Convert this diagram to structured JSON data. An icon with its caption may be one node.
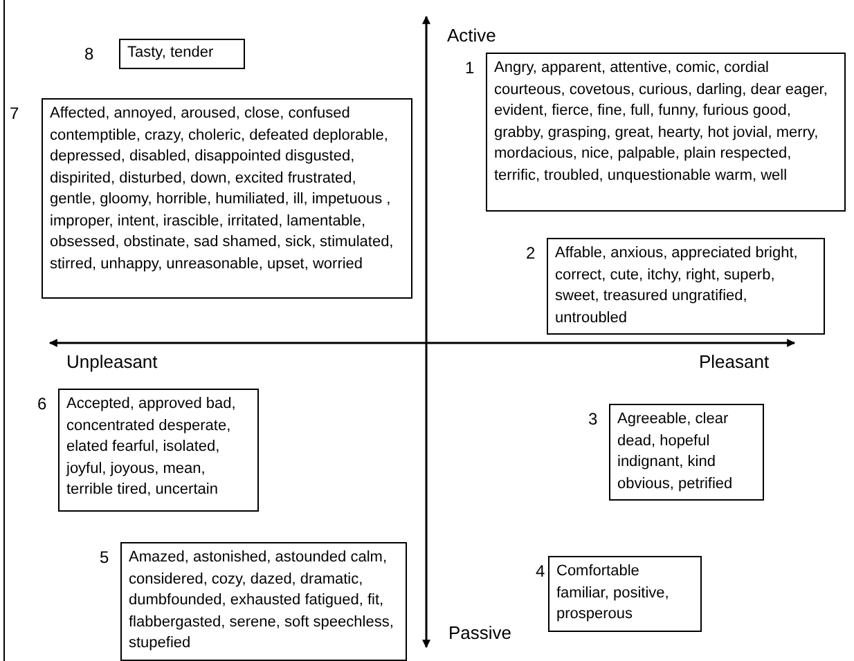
{
  "diagram": {
    "nodes": [
      {
        "text": [
          "Tasty, tender"
        ],
        "beside": [
          "8"
        ]
      },
      {
        "text": [
          "Angry, apparent, attentive, comic, cordial courteous, covetous, curious, darling, dear eager, evident, fierce, fine, full, funny, furious good, grabby, grasping, great, hearty, hot jovial, merry, mordacious, nice, palpable, plain respected, terrific, troubled, unquestionable warm, well"
        ],
        "beside": [
          "1"
        ]
      },
      {
        "text": [
          "Affected, annoyed, aroused, close, confused contemptible, crazy, choleric, defeated deplorable, depressed, disabled, disappointed disgusted, dispirited, disturbed, down, excited frustrated, gentle, gloomy, horrible, humiliated, ill, impetuous , improper, intent, irascible, irritated, lamentable, obsessed, obstinate, sad shamed, sick, stimulated, stirred, unhappy, unreasonable, upset, worried"
        ],
        "beside": [
          "7"
        ]
      },
      {
        "text": [
          "Affable, anxious, appreciated bright, correct, cute, itchy, right, superb, sweet, treasured ungratified, untroubled"
        ],
        "beside": [
          "2"
        ]
      },
      {
        "text": [
          "Accepted, approved bad, concentrated desperate, elated fearful, isolated, joyful, joyous, mean, terrible tired, uncertain"
        ],
        "beside": [
          "6"
        ]
      },
      {
        "text": [
          "Agreeable, clear dead, hopeful indignant, kind obvious, petrified"
        ],
        "beside": [
          "3"
        ]
      },
      {
        "text": [
          "Amazed, astonished, astounded calm, considered, cozy, dazed, dramatic, dumbfounded, exhausted fatigued, fit, flabbergasted, serene, soft speechless, stupefied"
        ],
        "beside": [
          "5"
        ]
      },
      {
        "text": [
          "Comfortable familiar, positive, prosperous"
        ],
        "beside": [
          "4"
        ]
      }
    ],
    "edges": [],
    "labels": [
      "Active",
      "Unpleasant",
      "Pleasant",
      "Passive"
    ]
  }
}
